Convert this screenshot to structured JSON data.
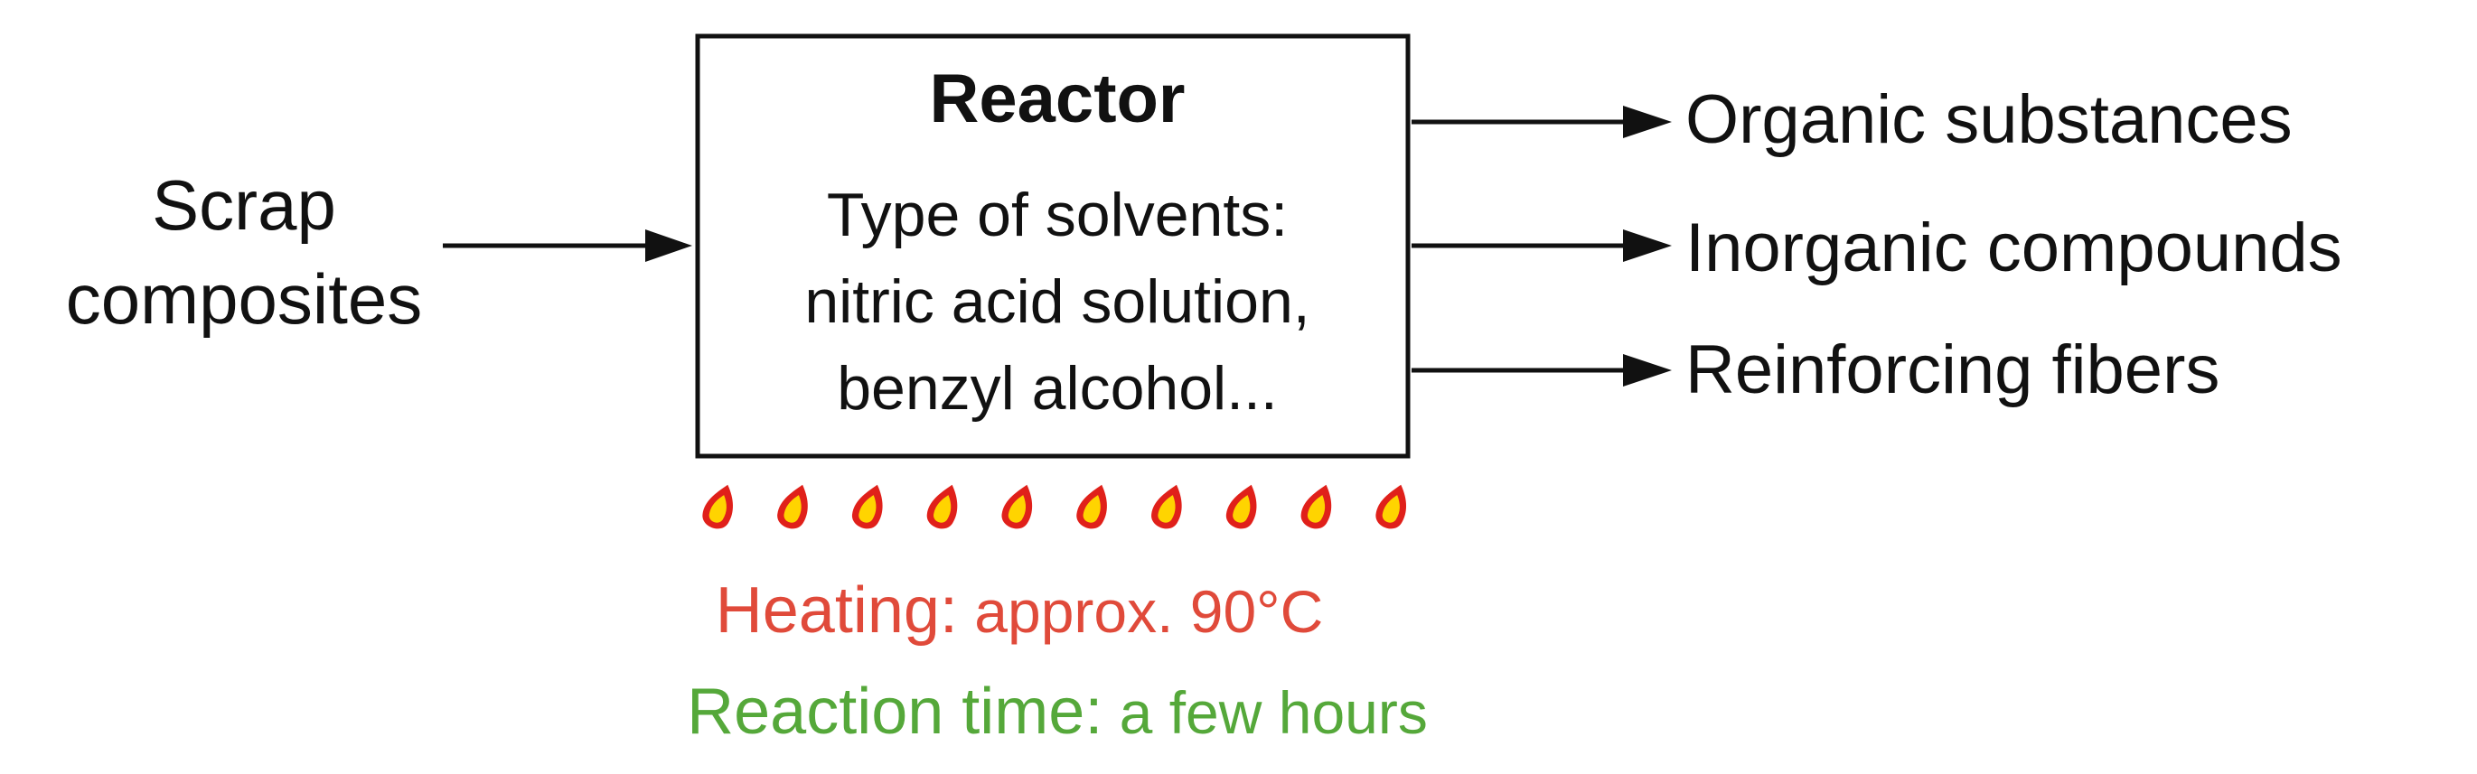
{
  "input": {
    "lines": [
      "Scrap",
      "composites"
    ]
  },
  "reactor": {
    "title": "Reactor",
    "body_lines": [
      "Type of solvents:",
      "nitric acid solution,",
      "benzyl alcohol..."
    ]
  },
  "outputs": [
    "Organic substances",
    "Inorganic compounds",
    "Reinforcing fibers"
  ],
  "heating": {
    "label": "Heating:",
    "value": "approx. 90°C",
    "color": "#e04a3a",
    "flame_icon": "flame-icon",
    "flame_count": 10,
    "flame_outer_color": "#e0201a",
    "flame_inner_color": "#ffd400"
  },
  "reaction_time": {
    "label": "Reaction time:",
    "value": "a few hours",
    "color": "#55a83a"
  }
}
